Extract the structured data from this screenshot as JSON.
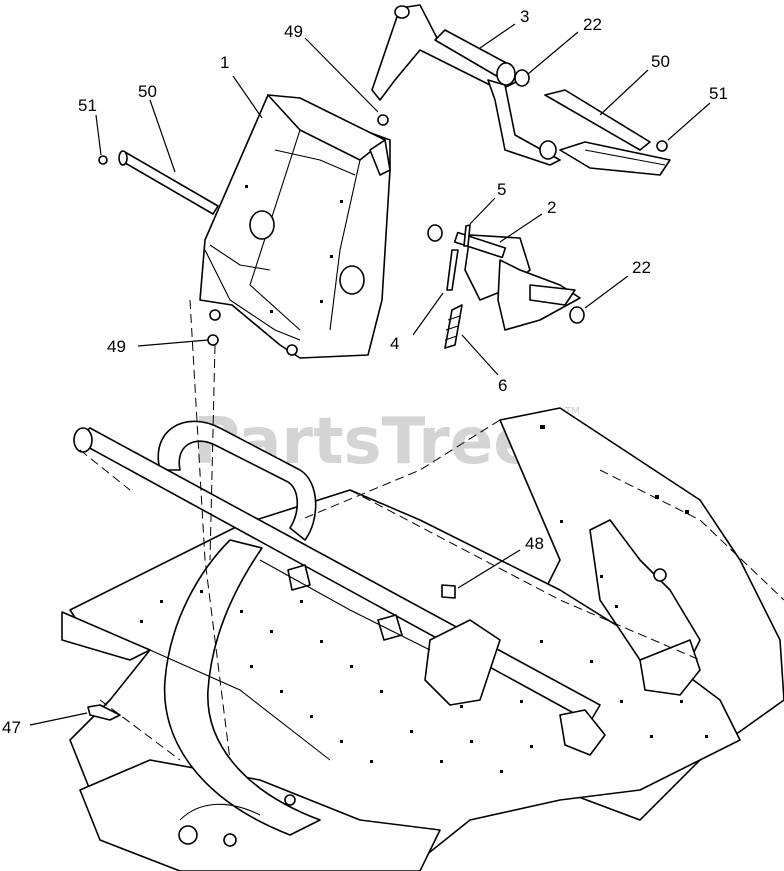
{
  "watermark": {
    "brand": "PartsTree",
    "trademark": "TM"
  },
  "callouts": [
    {
      "id": "c1",
      "label": "1"
    },
    {
      "id": "c2",
      "label": "2"
    },
    {
      "id": "c3",
      "label": "3"
    },
    {
      "id": "c4",
      "label": "4"
    },
    {
      "id": "c5",
      "label": "5"
    },
    {
      "id": "c6",
      "label": "6"
    },
    {
      "id": "c22a",
      "label": "22"
    },
    {
      "id": "c22b",
      "label": "22"
    },
    {
      "id": "c47",
      "label": "47"
    },
    {
      "id": "c48",
      "label": "48"
    },
    {
      "id": "c49a",
      "label": "49"
    },
    {
      "id": "c49b",
      "label": "49"
    },
    {
      "id": "c50a",
      "label": "50"
    },
    {
      "id": "c50b",
      "label": "50"
    },
    {
      "id": "c51a",
      "label": "51"
    },
    {
      "id": "c51b",
      "label": "51"
    }
  ]
}
